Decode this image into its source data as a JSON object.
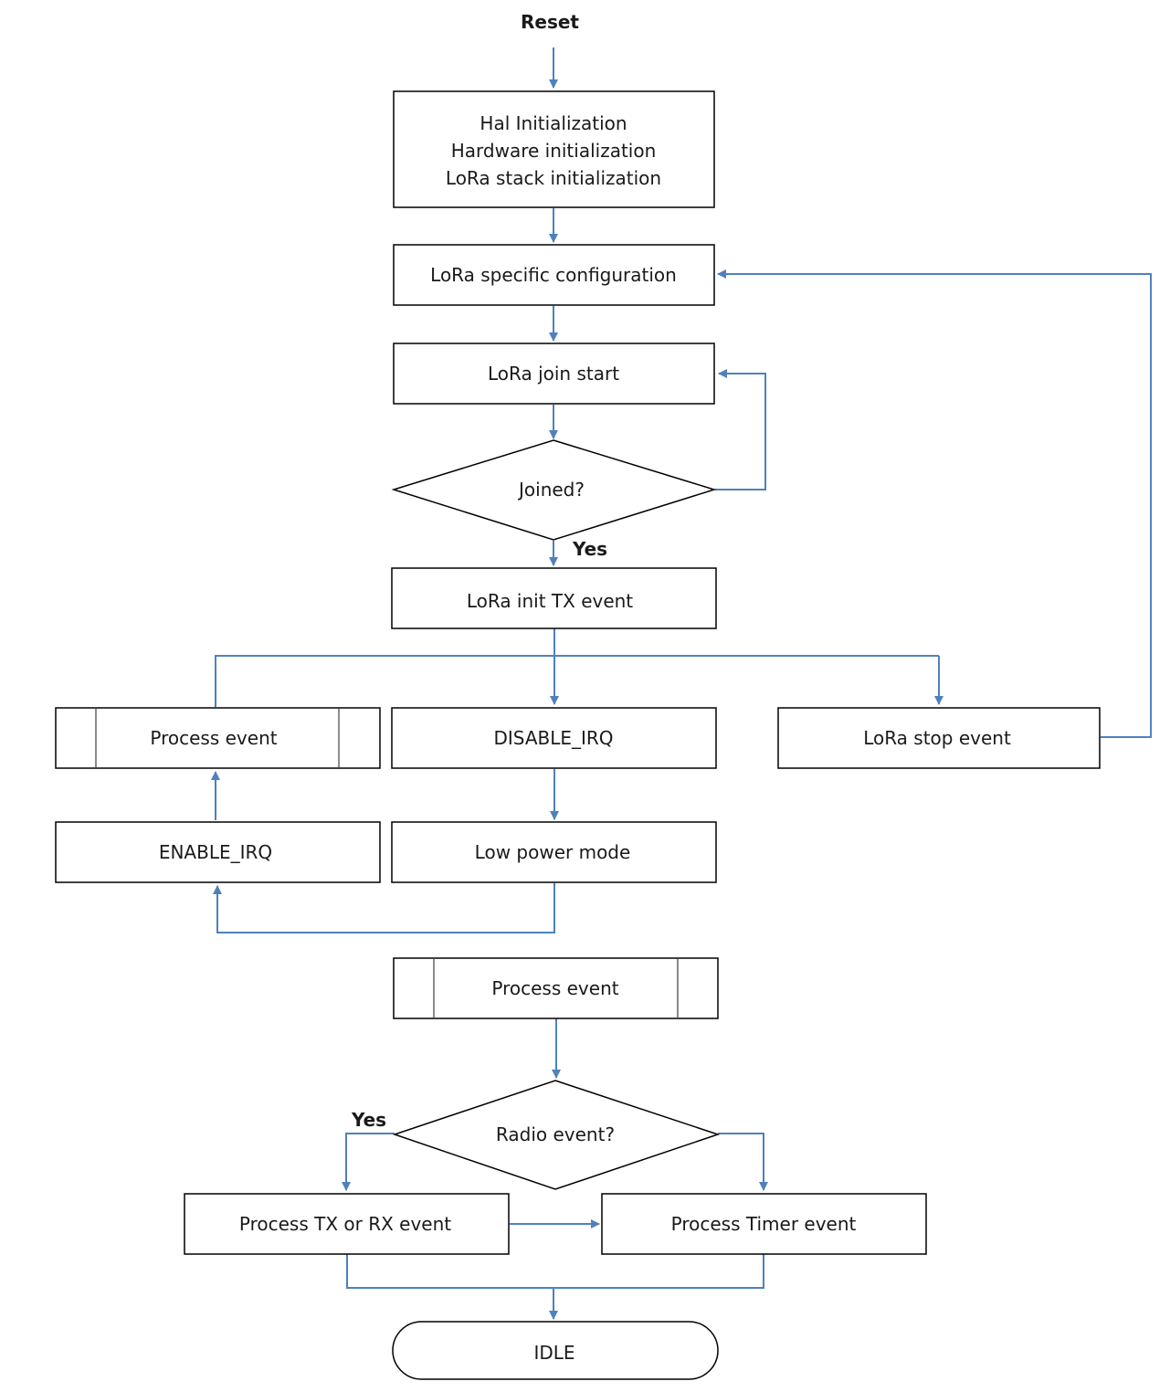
{
  "diagram": {
    "reset_label": "Reset",
    "init_lines": [
      "Hal Initialization",
      "Hardware initialization",
      "LoRa stack initialization"
    ],
    "lora_config": "LoRa specific configuration",
    "lora_join_start": "LoRa join start",
    "joined_decision": "Joined?",
    "joined_yes": "Yes",
    "lora_init_tx": "LoRa init TX event",
    "process_event_loop": "Process event",
    "disable_irq": "DISABLE_IRQ",
    "lora_stop_event": "LoRa stop event",
    "enable_irq": "ENABLE_IRQ",
    "low_power_mode": "Low power mode",
    "process_event_sub": "Process event",
    "radio_decision": "Radio event?",
    "radio_yes": "Yes",
    "process_txrx": "Process TX or RX event",
    "process_timer": "Process Timer event",
    "idle": "IDLE"
  },
  "colors": {
    "connector": "#4f81bd",
    "box_border": "#000000",
    "text": "#1a1a1a"
  }
}
